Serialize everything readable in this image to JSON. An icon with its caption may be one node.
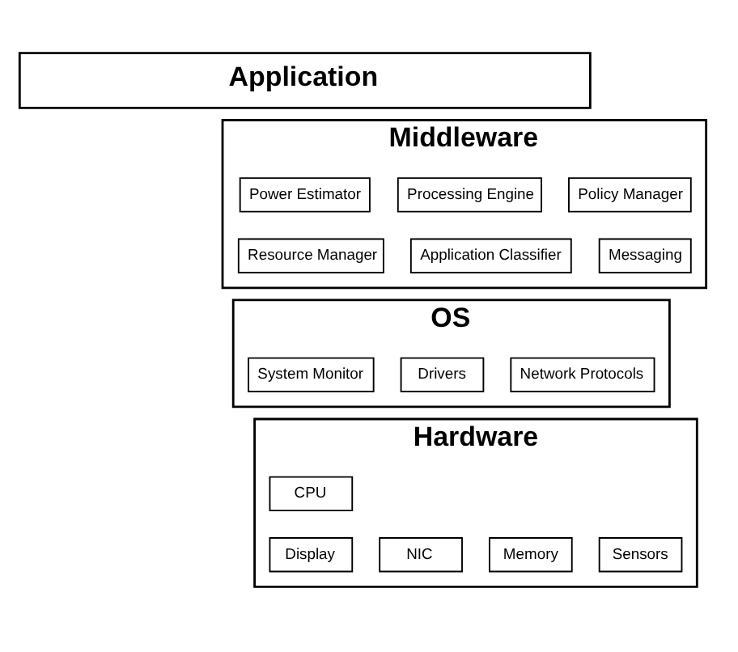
{
  "diagram": {
    "nodes": [
      {
        "text": [
          "Application"
        ]
      },
      {
        "text": [
          "Middleware"
        ]
      },
      {
        "text": [
          "Power Estimator"
        ],
        "in": 1
      },
      {
        "text": [
          "Processing Engine"
        ],
        "in": 1
      },
      {
        "text": [
          "Policy Manager"
        ],
        "in": 1
      },
      {
        "text": [
          "Resource Manager"
        ],
        "in": 1
      },
      {
        "text": [
          "Application Classifier"
        ],
        "in": 1
      },
      {
        "text": [
          "Messaging"
        ],
        "in": 1
      },
      {
        "text": [
          "OS"
        ]
      },
      {
        "text": [
          "System Monitor"
        ],
        "in": 8
      },
      {
        "text": [
          "Drivers"
        ],
        "in": 8
      },
      {
        "text": [
          "Network Protocols"
        ],
        "in": 8
      },
      {
        "text": [
          "Hardware"
        ]
      },
      {
        "text": [
          "CPU"
        ],
        "in": 12
      },
      {
        "text": [
          "Display"
        ],
        "in": 12
      },
      {
        "text": [
          "NIC"
        ],
        "in": 12
      },
      {
        "text": [
          "Memory"
        ],
        "in": 12
      },
      {
        "text": [
          "Sensors"
        ],
        "in": 12
      }
    ],
    "edges": []
  }
}
